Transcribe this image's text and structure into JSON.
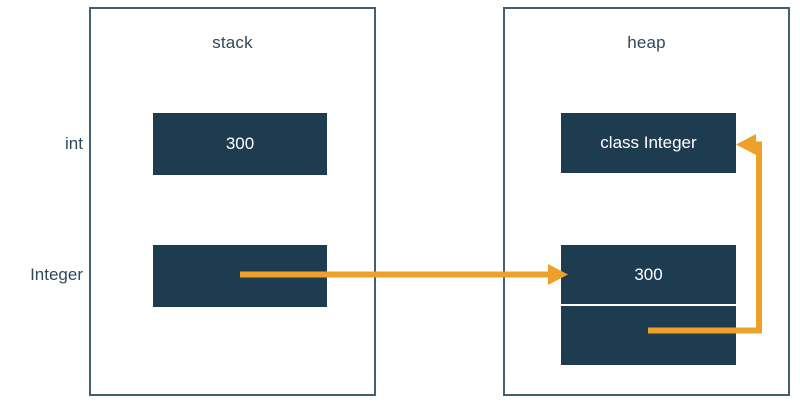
{
  "diagram": {
    "title_stack": "stack",
    "title_heap": "heap",
    "colors": {
      "cell_fill": "#1e3c50",
      "region_border": "#44606e",
      "pointer": "#eda02a",
      "text_dark": "#33475a",
      "text_light": "#ffffff",
      "background": "#ffffff"
    }
  },
  "row_labels": {
    "primitive": "int",
    "wrapper": "Integer"
  },
  "stack": {
    "title": "stack",
    "cells": [
      {
        "name": "int-value",
        "label": "300"
      },
      {
        "name": "integer-reference",
        "label": ""
      }
    ]
  },
  "heap": {
    "title": "heap",
    "cells": [
      {
        "name": "class-object",
        "label": "class Integer"
      }
    ],
    "object": {
      "value": "300",
      "class_reference": ""
    }
  },
  "pointers": [
    {
      "name": "stack-to-heap-object",
      "from": "stack.integer-reference",
      "to": "heap.object",
      "direction": "right",
      "arrowhead": true
    },
    {
      "name": "heap-object-to-class",
      "from": "heap.object.class_reference",
      "to": "heap.class-object",
      "direction": "up-left",
      "arrowhead": true
    }
  ]
}
